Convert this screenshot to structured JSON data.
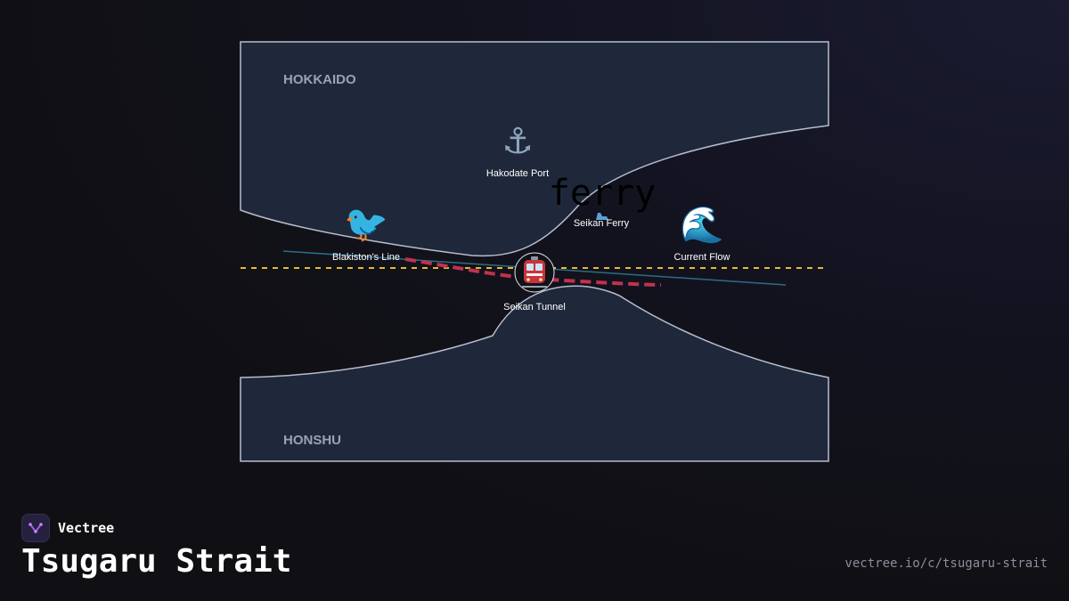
{
  "map": {
    "regions": {
      "north": "HOKKAIDO",
      "south": "HONSHU"
    },
    "pois": [
      {
        "id": "hakodate-port",
        "label": "Hakodate Port",
        "icon": "anchor-icon",
        "glyph": "⚓"
      },
      {
        "id": "blakistons-line",
        "label": "Blakiston's Line",
        "icon": "bird-icon",
        "glyph": "🐦"
      },
      {
        "id": "seikan-ferry",
        "label": "Seikan Ferry",
        "icon": "ferry-icon",
        "glyph": "ferry"
      },
      {
        "id": "current-flow",
        "label": "Current Flow",
        "icon": "wave-icon",
        "glyph": "🌊"
      },
      {
        "id": "seikan-tunnel",
        "label": "Seikan Tunnel",
        "icon": "train-icon",
        "glyph": "🚇"
      }
    ],
    "colors": {
      "land": "#1e283a",
      "coast": "#b7bdcc",
      "tunnel_route": "#c0324e",
      "blakiston_line": "#e9b92d",
      "current_line": "#2b6c87"
    }
  },
  "footer": {
    "brand": "Vectree",
    "title": "Tsugaru Strait",
    "url": "vectree.io/c/tsugaru-strait"
  }
}
